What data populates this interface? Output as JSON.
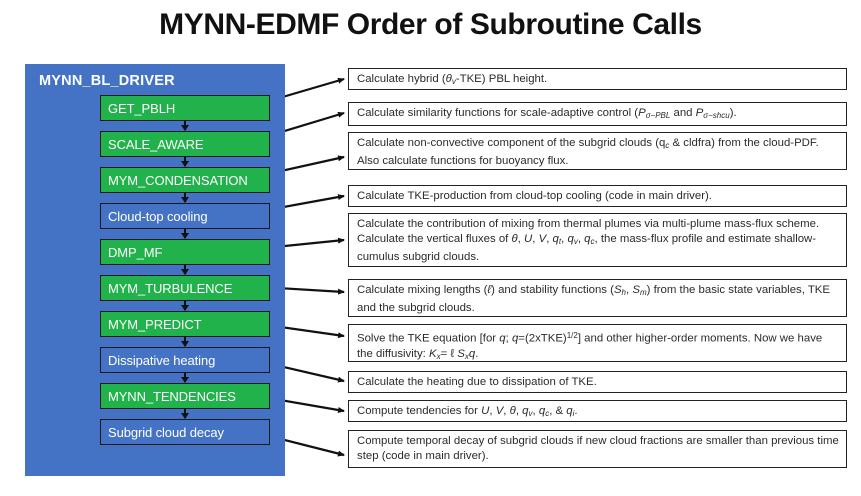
{
  "title": "MYNN-EDMF Order of Subroutine Calls",
  "driver": {
    "label": "MYNN_BL_DRIVER",
    "panel_color": "#4472C4",
    "subroutine_color": "#21B24B"
  },
  "steps": [
    {
      "label": "GET_PBLH",
      "type": "subroutine",
      "color": "#21B24B"
    },
    {
      "label": "SCALE_AWARE",
      "type": "subroutine",
      "color": "#21B24B"
    },
    {
      "label": "MYM_CONDENSATION",
      "type": "subroutine",
      "color": "#21B24B"
    },
    {
      "label": "Cloud-top cooling",
      "type": "inline",
      "color": "#4472C4"
    },
    {
      "label": "DMP_MF",
      "type": "subroutine",
      "color": "#21B24B"
    },
    {
      "label": "MYM_TURBULENCE",
      "type": "subroutine",
      "color": "#21B24B"
    },
    {
      "label": "MYM_PREDICT",
      "type": "subroutine",
      "color": "#21B24B"
    },
    {
      "label": "Dissipative heating",
      "type": "inline",
      "color": "#4472C4"
    },
    {
      "label": "MYNN_TENDENCIES",
      "type": "subroutine",
      "color": "#21B24B"
    },
    {
      "label": "Subgrid cloud decay",
      "type": "inline",
      "color": "#4472C4"
    }
  ],
  "descriptions": [
    {
      "html": "Calculate hybrid (<i>θ</i><sub>v</sub>-TKE) PBL height."
    },
    {
      "html": "Calculate similarity functions for scale-adaptive control (<i>P</i><sub>σ−PBL</sub> and <i>P</i><sub>σ−shcu</sub>)."
    },
    {
      "html": "Calculate non-convective component of the subgrid clouds (q<sub>c</sub> &amp; cldfra) from the cloud-PDF. Also calculate functions for buoyancy flux."
    },
    {
      "html": "Calculate TKE-production from cloud-top cooling (code in main driver)."
    },
    {
      "html": "Calculate the contribution of mixing from thermal plumes via multi-plume mass-flux scheme. Calculate the vertical fluxes of <i>θ</i>, <i>U</i>, <i>V</i>, <i>q</i><sub>t</sub>, <i>q</i><sub>v</sub>, <i>q</i><sub>c</sub>, the mass-flux profile and estimate shallow-cumulus subgrid clouds."
    },
    {
      "html": "Calculate mixing lengths (<i>ℓ</i>) and stability functions (<i>S</i><sub>h</sub>, <i>S</i><sub>m</sub>) from the basic state variables, TKE and the subgrid clouds."
    },
    {
      "html": "Solve the TKE equation [for <i>q</i>; <i>q</i>=(2xTKE)<sup>1/2</sup>] and other higher-order moments. Now we have the diffusivity: <i>K</i><sub>x</sub>= ℓ <i>S</i><sub>x</sub><i>q</i>."
    },
    {
      "html": "Calculate the heating due to dissipation of TKE."
    },
    {
      "html": "Compute tendencies for <i>U</i>, <i>V</i>, <i>θ</i>, <i>q</i><sub>v</sub>, <i>q</i><sub>c</sub>, &amp; <i>q</i><sub>i</sub>."
    },
    {
      "html": "Compute temporal decay of subgrid clouds if new cloud fractions are smaller than previous time step (code in main driver)."
    }
  ]
}
